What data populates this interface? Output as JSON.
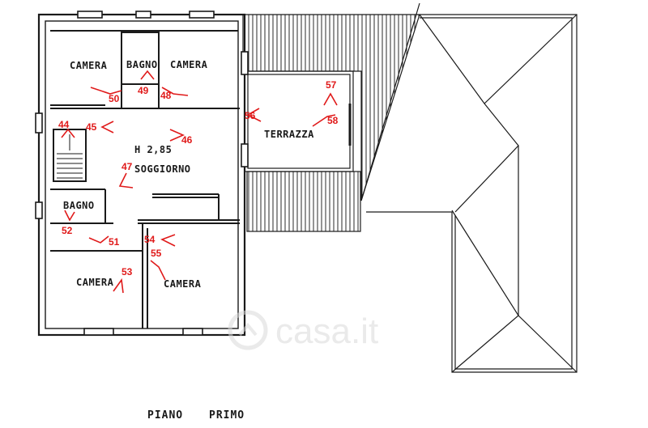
{
  "colors": {
    "ink": "#1a1a1a",
    "marker": "#e01a1a",
    "hatch": "#2a2a2a",
    "watermark": "#d9d9d9"
  },
  "rooms": {
    "camera_top_left": "CAMERA",
    "bagno_top": "BAGNO",
    "camera_top_right": "CAMERA",
    "terrazza": "TERRAZZA",
    "soggiorno": "SOGGIORNO",
    "height": "H 2,85",
    "bagno_left": "BAGNO",
    "camera_bottom_left": "CAMERA",
    "camera_bottom_right": "CAMERA"
  },
  "markers": [
    "44",
    "45",
    "46",
    "47",
    "48",
    "49",
    "50",
    "51",
    "52",
    "53",
    "54",
    "55",
    "56",
    "57",
    "58"
  ],
  "floor_title": {
    "piano": "PIANO",
    "primo": "PRIMO"
  },
  "watermark": {
    "icon": "casa-logo-icon",
    "text": "casa.it"
  }
}
